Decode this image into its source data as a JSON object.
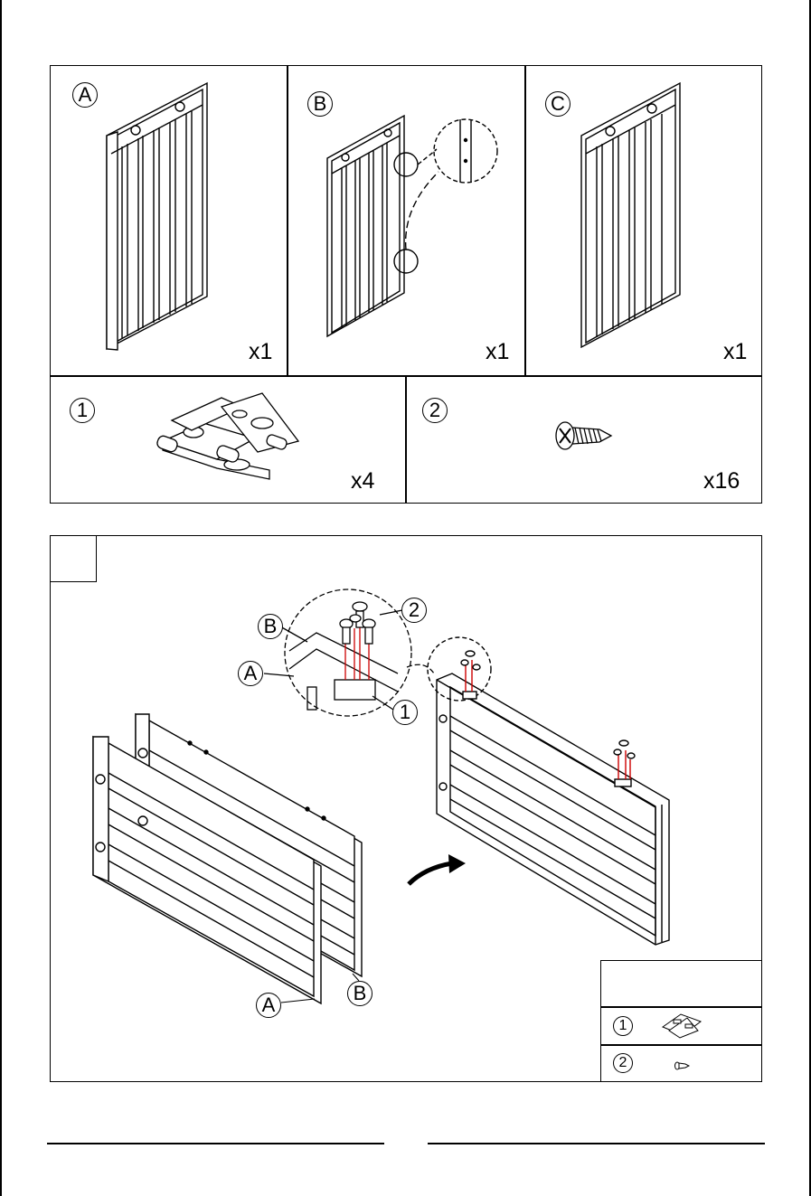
{
  "parts": [
    {
      "id": "A",
      "qty": "x1"
    },
    {
      "id": "B",
      "qty": "x1"
    },
    {
      "id": "C",
      "qty": "x1"
    }
  ],
  "hardware": [
    {
      "id": "1",
      "qty": "x4",
      "icon": "hinge-icon"
    },
    {
      "id": "2",
      "qty": "x16",
      "icon": "screw-icon"
    }
  ],
  "step": {
    "number": "",
    "callouts": {
      "b_top": "B",
      "a_top": "A",
      "two": "2",
      "one": "1",
      "a_bottom": "A",
      "b_bottom": "B"
    },
    "legend": [
      {
        "id": "1",
        "icon": "hinge-icon"
      },
      {
        "id": "2",
        "icon": "screw-icon"
      }
    ]
  }
}
